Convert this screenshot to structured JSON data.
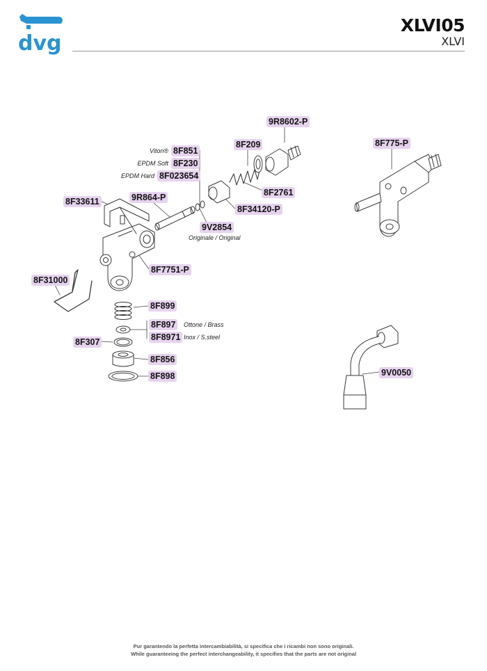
{
  "header": {
    "brand": "dvg",
    "model": "XLVI05",
    "series": "XLVI"
  },
  "parts": {
    "p9R8602P": "9R8602-P",
    "p8F851": "8F851",
    "p8F230": "8F230",
    "p8F023654": "8F023654",
    "p8F209": "8F209",
    "p8F2761": "8F2761",
    "p8F34120P": "8F34120-P",
    "p9R864P": "9R864-P",
    "p8F33611": "8F33611",
    "p9V2854": "9V2854",
    "p8F7751P": "8F7751-P",
    "p8F31000": "8F31000",
    "p8F899": "8F899",
    "p8F897": "8F897",
    "p8F8971": "8F8971",
    "p8F307": "8F307",
    "p8F856": "8F856",
    "p8F898": "8F898",
    "p8F775P": "8F775-P",
    "p9V0050": "9V0050"
  },
  "notes": {
    "viton": "Viton®",
    "epdm_soft": "EPDM Soft",
    "epdm_hard": "EPDM Hard",
    "originale": "Originale / Original",
    "ottone": "Ottone / Brass",
    "inox": "Inox / S.steel"
  },
  "footer": {
    "line1": "Pur garantendo la perfetta intercambiabilità, si specifica che i ricambi non sono originali.",
    "line2": "While guaranteeing the perfect interchangeability, it specifies that the parts are not original"
  },
  "colors": {
    "brand": "#2a93d1",
    "label_bg": "#e6d3ee",
    "line": "#3a3a3a"
  }
}
